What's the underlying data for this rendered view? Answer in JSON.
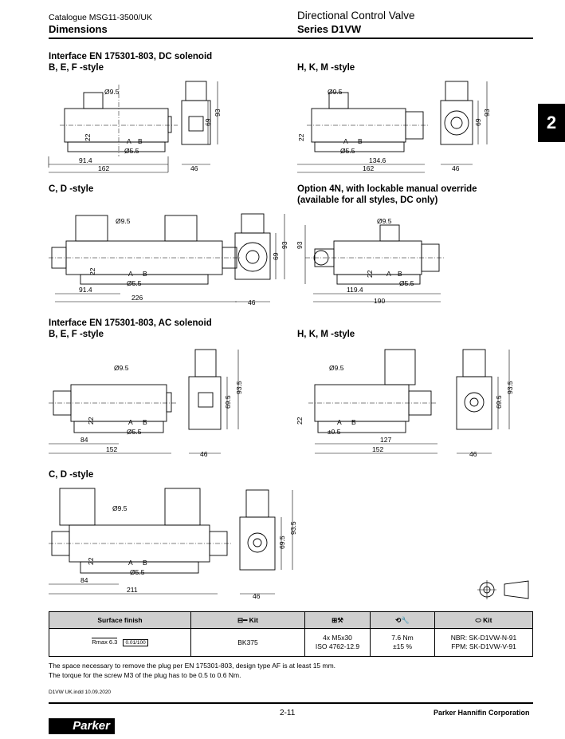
{
  "header": {
    "catalogue": "Catalogue MSG11-3500/UK",
    "section": "Dimensions",
    "product": "Directional Control Valve",
    "series": "Series D1VW"
  },
  "chapter_tab": "2",
  "sections": {
    "dc_title": "Interface EN 175301-803, DC solenoid",
    "dc_bef": "B, E, F -style",
    "dc_hkm": "H, K, M -style",
    "dc_cd": "C, D -style",
    "opt4n": "Option 4N, with lockable manual override",
    "opt4n_sub": "(available for all styles, DC only)",
    "ac_title": "Interface EN 175301-803, AC solenoid",
    "ac_bef": "B, E, F -style",
    "ac_hkm": "H, K, M -style",
    "ac_cd": "C, D -style"
  },
  "drawings": {
    "d1": {
      "a": "Ø9.5",
      "b": "22",
      "c": "A",
      "d": "B",
      "e": "Ø5.5",
      "f": "91.4",
      "g": "162",
      "h": "69",
      "i": "93",
      "j": "46"
    },
    "d2": {
      "a": "Ø9.5",
      "b": "22",
      "c": "A",
      "d": "B",
      "e": "Ø5.5",
      "f": "134.6",
      "g": "162",
      "h": "69",
      "i": "93",
      "j": "46"
    },
    "d3": {
      "a": "Ø9.5",
      "b": "22",
      "c": "A",
      "d": "B",
      "e": "Ø5.5",
      "f": "91.4",
      "g": "226",
      "h": "69",
      "i": "93",
      "j": "46"
    },
    "d4": {
      "a": "Ø9.5",
      "b": "22",
      "c": "A",
      "d": "B",
      "e": "Ø5.5",
      "f": "119.4",
      "g": "190",
      "i": "93"
    },
    "d5": {
      "a": "Ø9.5",
      "b": "22",
      "c": "A",
      "d": "B",
      "e": "Ø5.5",
      "f": "84",
      "g": "152",
      "h": "69.5",
      "i": "93.5",
      "j": "46"
    },
    "d6": {
      "a": "Ø9.5",
      "b": "22",
      "c": "A",
      "d": "B",
      "e": "±0.5",
      "f": "127",
      "g": "152",
      "h": "69.5",
      "i": "93.5",
      "j": "46"
    },
    "d7": {
      "a": "Ø9.5",
      "b": "22",
      "c": "A",
      "d": "B",
      "e": "Ø5.5",
      "f": "84",
      "g": "211",
      "h": "69.5",
      "i": "93.5",
      "j": "46"
    }
  },
  "table": {
    "headers": {
      "surface": "Surface finish",
      "kit": "Kit",
      "seal_kit": "Kit"
    },
    "roughness": "Rmax 6.3",
    "flatness": "0.01/100",
    "kit": "BK375",
    "screws": [
      "4x M5x30",
      "ISO 4762-12.9"
    ],
    "torque": [
      "7.6 Nm",
      "±15 %"
    ],
    "seals": [
      "NBR: SK-D1VW-N-91",
      "FPM: SK-D1VW-V-91"
    ]
  },
  "notes": [
    "The space necessary to remove the plug per EN 175301-803, design type AF is at least 15 mm.",
    "The torque for the screw M3 of the plug has to be 0.5 to 0.6 Nm."
  ],
  "footer": {
    "file": "D1VW UK.indd 10.09.2020",
    "page": "2-11",
    "company": "Parker Hannifin Corporation",
    "logo": "Parker"
  }
}
